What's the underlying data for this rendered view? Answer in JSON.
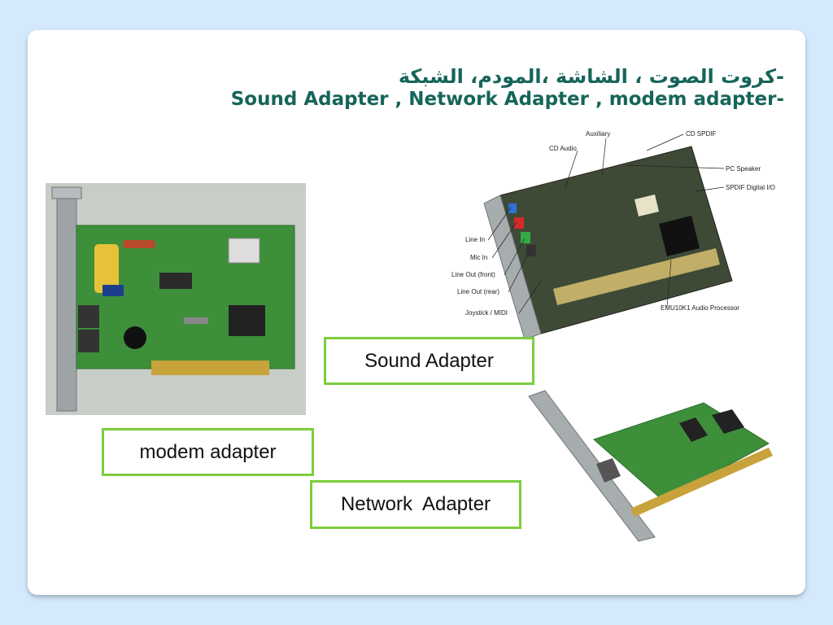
{
  "slide": {
    "title_arabic": "-كروت الصوت ، الشاشة ،المودم، الشبكة",
    "title_english": "Sound Adapter , Network  Adapter , modem adapter-"
  },
  "labels": {
    "sound": "Sound Adapter",
    "modem": "modem adapter",
    "network": "Network  Adapter"
  },
  "sound_card_callouts": {
    "auxiliary": "Auxiliary",
    "cd_spdif": "CD SPDIF",
    "cd_audio": "CD Audio",
    "pc_speaker": "PC Speaker",
    "spdif_digital_io": "SPDIF Digital I/O",
    "line_in": "Line In",
    "mic_in": "Mic  In",
    "line_out_front": "Line Out (front)",
    "line_out_rear": "Line Out (rear)",
    "joystick_midi": "Joystick / MIDI",
    "audio_processor": "EMU10K1 Audio Processor"
  },
  "colors": {
    "title": "#16655a",
    "label_border": "#7ccd3d",
    "background": "#d4eafc",
    "pcb_green": "#3e8f3a"
  }
}
